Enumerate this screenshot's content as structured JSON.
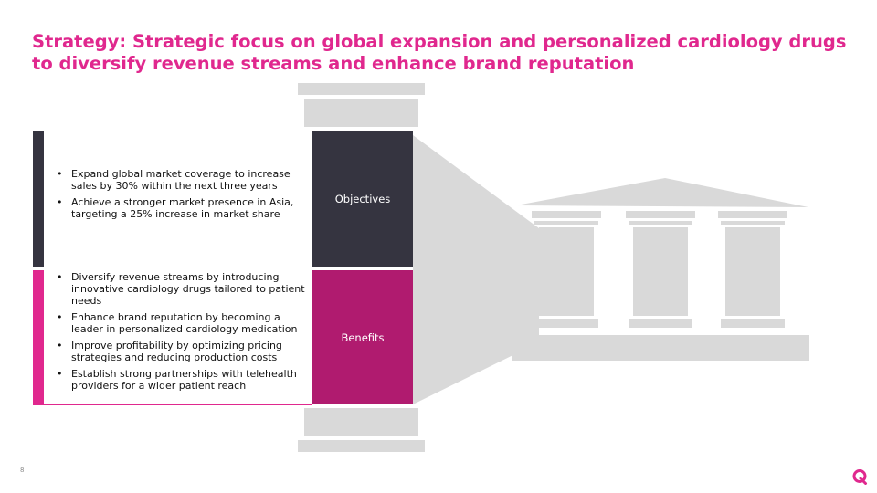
{
  "slide": {
    "title": "Strategy: Strategic focus on global expansion and personalized cardiology drugs to diversify revenue streams and enhance brand reputation",
    "page_number": "8"
  },
  "objectives": {
    "label": "Objectives",
    "items": [
      "Expand global market coverage to increase sales by 30% within the next three years",
      "Achieve a stronger market presence in Asia, targeting a 25% increase in market share"
    ]
  },
  "benefits": {
    "label": "Benefits",
    "items": [
      "Diversify revenue streams by introducing innovative cardiology drugs tailored to patient needs",
      "Enhance brand reputation by becoming a leader in personalized cardiology medication",
      "Improve profitability by optimizing pricing strategies and reducing production costs",
      "Establish strong partnerships with telehealth providers for a wider patient reach"
    ]
  },
  "colors": {
    "accent_pink": "#e0288e",
    "objectives_box": "#353440",
    "benefits_box": "#b01b6f",
    "pillar_gray": "#d9d9d9"
  },
  "icons": {
    "graphic": "temple-pillars-icon",
    "logo": "brand-q-logo-icon"
  }
}
